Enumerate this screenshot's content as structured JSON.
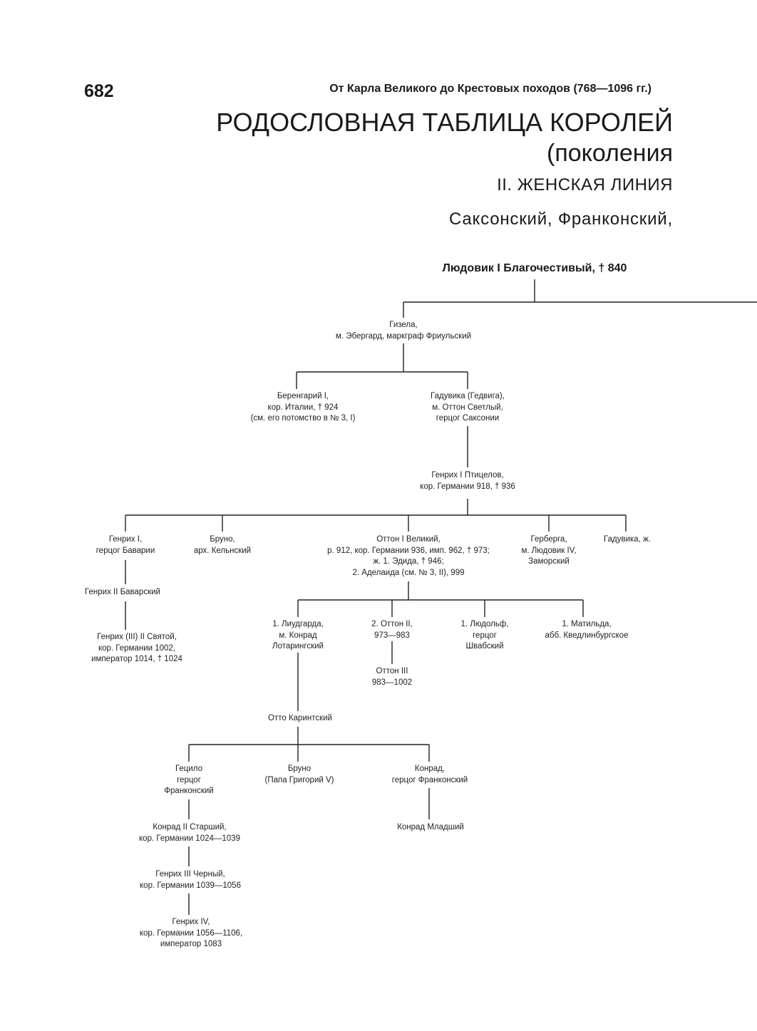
{
  "header": {
    "page_number": "682",
    "running_title": "От Карла Великого до Крестовых походов (768—1096 гг.)"
  },
  "heading": {
    "title": "РОДОСЛОВНАЯ ТАБЛИЦА КОРОЛЕЙ",
    "subtitle": "(поколения",
    "section": "II. ЖЕНСКАЯ ЛИНИЯ",
    "houses": "Саксонский, Франконский,"
  },
  "tree": {
    "root": "Людовик I Благочестивый, † 840",
    "gisela": "Гизела,\nм. Эбергард, маркграф Фриульский",
    "berengar": "Беренгарий I,\nкор. Италии, † 924\n(см. его потомство в № 3, I)",
    "hadwig": "Гадувика (Гедвига),\nм. Оттон Светлый,\nгерцог Саксонии",
    "heinrich_fowler": "Генрих I Птицелов,\nкор. Германии 918, † 936",
    "heinrich_bav": "Генрих I,\nгерцог Баварии",
    "bruno_arch": "Бруно,\nарх. Кельнский",
    "otto_great": "Оттон I Великий,\nр. 912, кор. Германии 936, имп. 962, † 973;\nж. 1. Эдида, † 946;\n2. Аделаида (см. № 3, II), 999",
    "gerberga": "Герберга,\nм. Людовик IV,\nЗаморский",
    "hadwig2": "Гадувика, ж.",
    "heinrich2_bav": "Генрих II Баварский",
    "heinrich_saint": "Генрих (III) II Святой,\nкор. Германии 1002,\nимператор 1014, † 1024",
    "liutgard": "1. Лиудгарда,\nм. Конрад\nЛотарингский",
    "otto2": "2. Оттон II,\n973—983",
    "liudolf": "1. Людольф,\nгерцог\nШвабский",
    "mathilde": "1. Матильда,\nабб. Кведлинбургское",
    "otto3": "Оттон III\n983—1002",
    "otto_carinth": "Отто Каринтский",
    "hezilo": "Гецило\nгерцог\nФранконский",
    "bruno_pope": "Бруно\n(Папа Григорий V)",
    "konrad_fr": "Конрад,\nгерцог Франконский",
    "konrad2": "Конрад II Старший,\nкор. Германии 1024—1039",
    "konrad_young": "Конрад Младший",
    "heinrich3": "Генрих III Черный,\nкор. Германии 1039—1056",
    "heinrich4": "Генрих IV,\nкор. Германии 1056—1106,\nимператор 1083"
  }
}
